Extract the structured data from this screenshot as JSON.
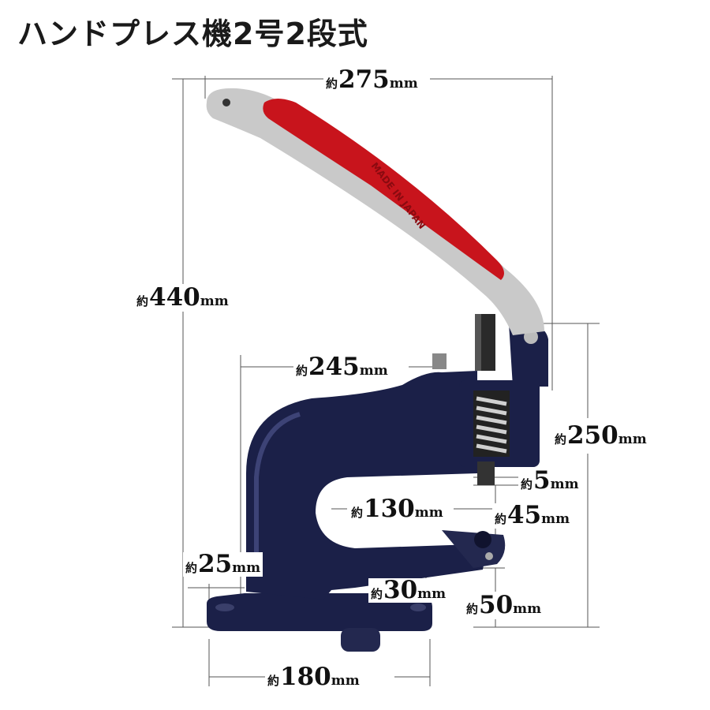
{
  "title": "ハンドプレス機2号2段式",
  "prefix": "約",
  "dimensions": {
    "width_top": {
      "value": "275",
      "unit": "mm"
    },
    "height_total": {
      "value": "440",
      "unit": "mm"
    },
    "depth_throat": {
      "value": "245",
      "unit": "mm"
    },
    "height_head": {
      "value": "250",
      "unit": "mm"
    },
    "stroke": {
      "value": "5",
      "unit": "mm"
    },
    "gap_inner": {
      "value": "130",
      "unit": "mm"
    },
    "jaw_gap": {
      "value": "45",
      "unit": "mm"
    },
    "base_thick": {
      "value": "25",
      "unit": "mm"
    },
    "foot_height": {
      "value": "30",
      "unit": "mm"
    },
    "anvil_height": {
      "value": "50",
      "unit": "mm"
    },
    "base_width": {
      "value": "180",
      "unit": "mm"
    }
  },
  "handle_text": "MADE IN JAPAN",
  "colors": {
    "body": "#1b2048",
    "handle_metal": "#c9c9c9",
    "handle_red": "#c8141c",
    "line": "#555555"
  }
}
